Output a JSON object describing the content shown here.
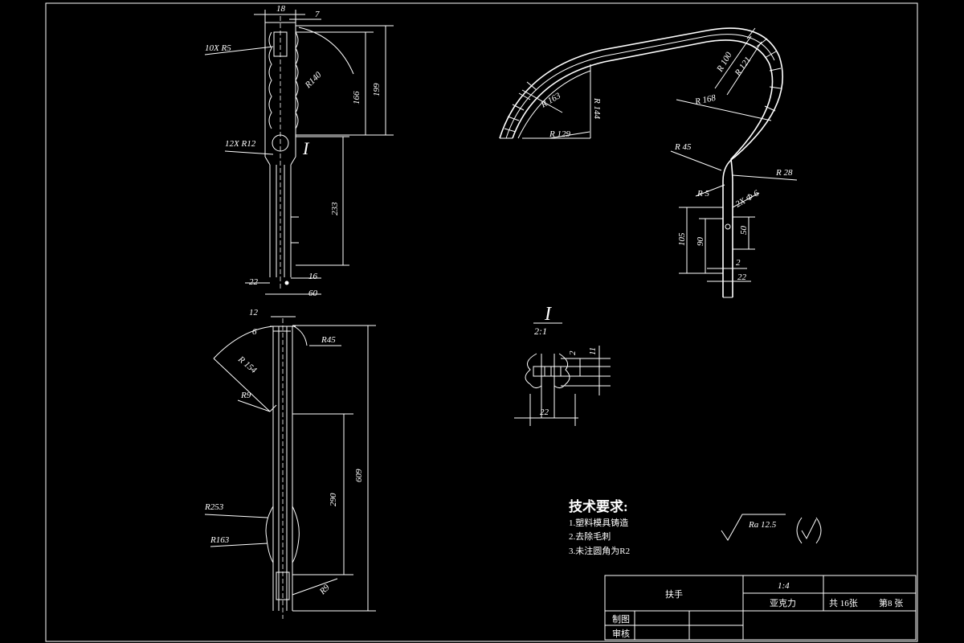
{
  "dimensions": {
    "top_width": "18",
    "top_offset": "7",
    "thread_top": "10X R5",
    "radius_140": "R140",
    "len_166": "166",
    "len_199": "199",
    "thread_mid": "12X R12",
    "len_233": "233",
    "len_22": "22",
    "len_16": "16",
    "len_60": "60",
    "low_width": "12",
    "low_offset": "6",
    "r45": "R45",
    "r154": "R 154",
    "r9_top": "R9",
    "len_290": "290",
    "len_609": "609",
    "r253": "R253",
    "r163": "R163",
    "r9_bottom": "R9",
    "r100": "R 100",
    "r121": "R 121",
    "r163_side": "R 163",
    "r144": "R 144",
    "r129": "R 129",
    "r168": "R 168",
    "r45_side": "R 45",
    "r28": "R 28",
    "r5_side": "R 5",
    "phi6": "2X Φ 6",
    "len_105": "105",
    "len_90": "90",
    "len_50": "50",
    "len_2": "2",
    "len_22_side": "22"
  },
  "detail": {
    "label": "I",
    "scale": "2:1",
    "dim_2": "2",
    "dim_11": "11",
    "dim_22": "22"
  },
  "section_marker": "I",
  "tech": {
    "title": "技术要求:",
    "items": [
      "1.塑料模具铸造",
      "2.去除毛刺",
      "3.未注圆角为R2"
    ]
  },
  "roughness": "Ra 12.5",
  "title_block": {
    "part_name": "扶手",
    "scale": "1:4",
    "material": "亚克力",
    "total": "共 16张",
    "sheet": "第8 张",
    "drawn": "制图",
    "checked": "审核"
  }
}
